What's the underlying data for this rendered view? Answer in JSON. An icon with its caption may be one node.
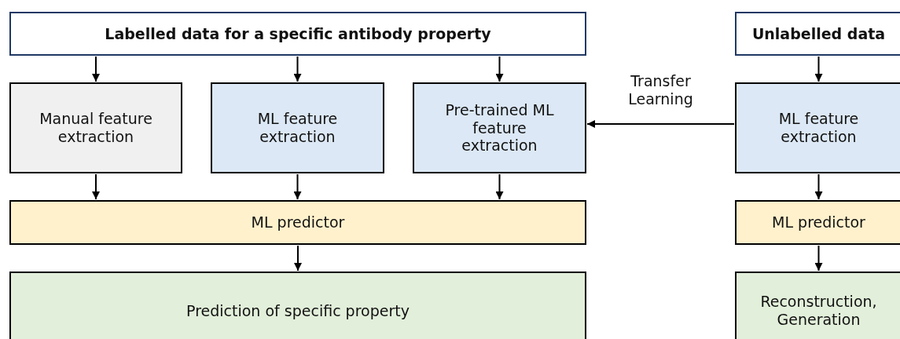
{
  "diagram": {
    "nodes": [
      {
        "text": [
          "Labelled data for a specific antibody property"
        ]
      },
      {
        "text": [
          "Unlabelled data"
        ]
      },
      {
        "text": [
          "Manual feature extraction"
        ]
      },
      {
        "text": [
          "ML feature extraction"
        ]
      },
      {
        "text": [
          "Pre-trained ML feature extraction"
        ]
      },
      {
        "text": [
          "ML feature extraction"
        ]
      },
      {
        "text": [
          "ML predictor"
        ]
      },
      {
        "text": [
          "ML predictor"
        ]
      },
      {
        "text": [
          "Prediction of specific property"
        ]
      },
      {
        "text": [
          "Reconstruction, Generation"
        ]
      }
    ],
    "edges": [
      {
        "from": 0,
        "to": 2,
        "arrow": "to"
      },
      {
        "from": 0,
        "to": 3,
        "arrow": "to"
      },
      {
        "from": 0,
        "to": 4,
        "arrow": "to"
      },
      {
        "from": 1,
        "to": 5,
        "arrow": "to"
      },
      {
        "from": 5,
        "to": 4,
        "arrow": "to",
        "label": "Transfer Learning"
      },
      {
        "from": 2,
        "to": 6,
        "arrow": "to"
      },
      {
        "from": 3,
        "to": 6,
        "arrow": "to"
      },
      {
        "from": 4,
        "to": 6,
        "arrow": "to"
      },
      {
        "from": 5,
        "to": 7,
        "arrow": "to"
      },
      {
        "from": 6,
        "to": 8,
        "arrow": "to"
      },
      {
        "from": 7,
        "to": 9,
        "arrow": "to"
      }
    ]
  }
}
